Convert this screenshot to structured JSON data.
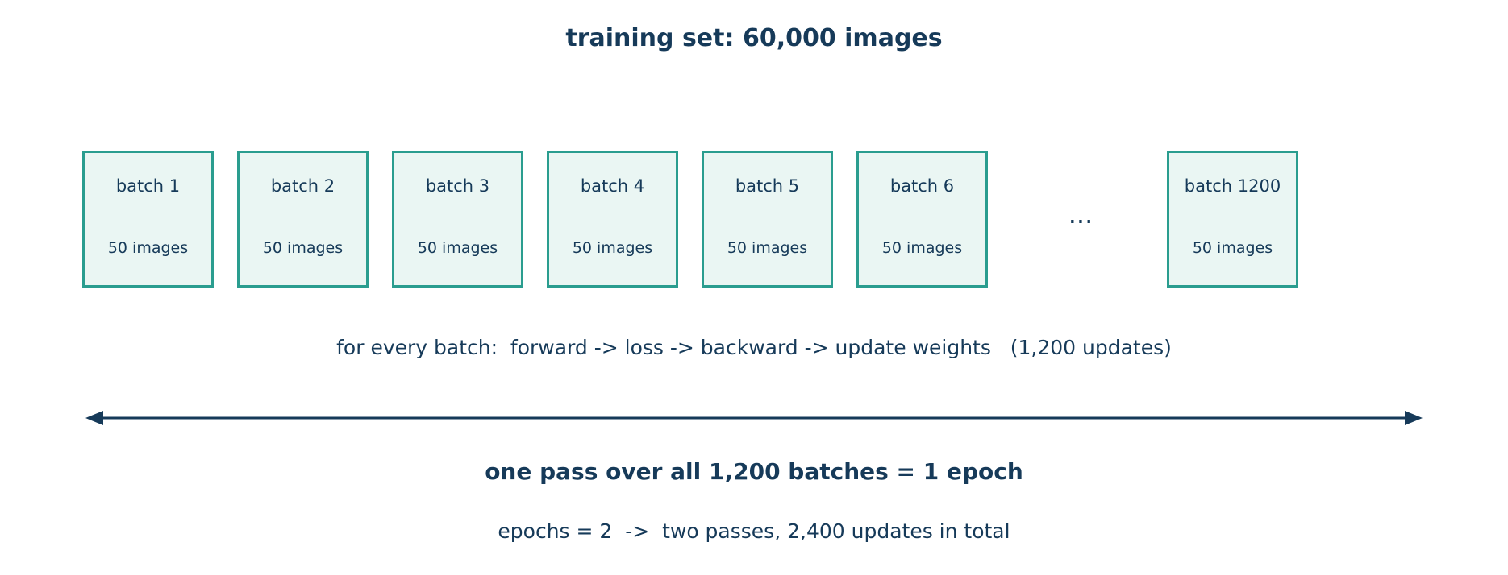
{
  "title": "training set: 60,000 images",
  "batches": [
    {
      "name": "batch 1",
      "count": "50 images"
    },
    {
      "name": "batch 2",
      "count": "50 images"
    },
    {
      "name": "batch 3",
      "count": "50 images"
    },
    {
      "name": "batch 4",
      "count": "50 images"
    },
    {
      "name": "batch 5",
      "count": "50 images"
    },
    {
      "name": "batch 6",
      "count": "50 images"
    },
    {
      "name": "batch 1200",
      "count": "50 images"
    }
  ],
  "ellipsis": "...",
  "process_text": "for every batch:  forward -> loss -> backward -> update weights   (1,200 updates)",
  "epoch_definition": "one pass over all 1,200 batches = 1 epoch",
  "epochs_note": "epochs = 2  ->  two passes, 2,400 updates in total",
  "colors": {
    "text": "#163a59",
    "box_border": "#2a9d8f",
    "box_fill": "#eaf6f3",
    "arrow": "#163a59"
  }
}
